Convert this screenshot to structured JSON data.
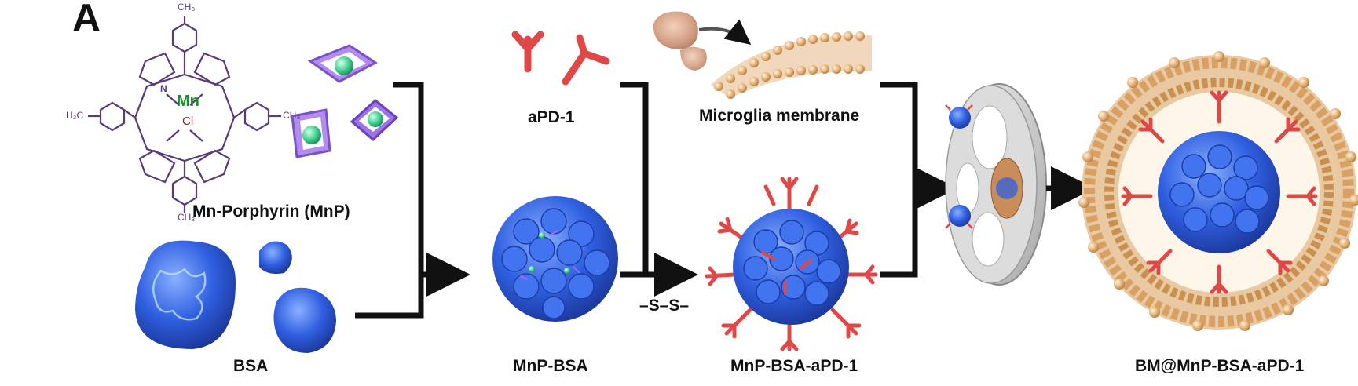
{
  "panel_letter": "A",
  "labels": {
    "mnp": "Mn-Porphyrin (MnP)",
    "bsa": "BSA",
    "apd1": "aPD-1",
    "membrane": "Microglia membrane",
    "mnp_bsa": "MnP-BSA",
    "disulfide": "–S–S–",
    "mnp_bsa_apd1": "MnP-BSA-aPD-1",
    "final": "BM@MnP-BSA-aPD-1"
  },
  "chem_text": {
    "ch3_top": "CH₃",
    "ch3_bottom": "CH₃",
    "h3c_left": "H₃C",
    "ch3_right": "CH₃",
    "metal": "Mn",
    "n": "N",
    "cl": "Cl"
  },
  "colors": {
    "molecule": "#5a3a7a",
    "protein_blue": "#2f5fe0",
    "antibody_red": "#e04848",
    "lipid_orange": "#d9a064",
    "arrow": "#111111",
    "mn_green": "#1e8c2e",
    "cage_purple": "#9a6fe0",
    "core_green": "#3ecf8e",
    "extruder_gray": "#c8c8c8"
  }
}
